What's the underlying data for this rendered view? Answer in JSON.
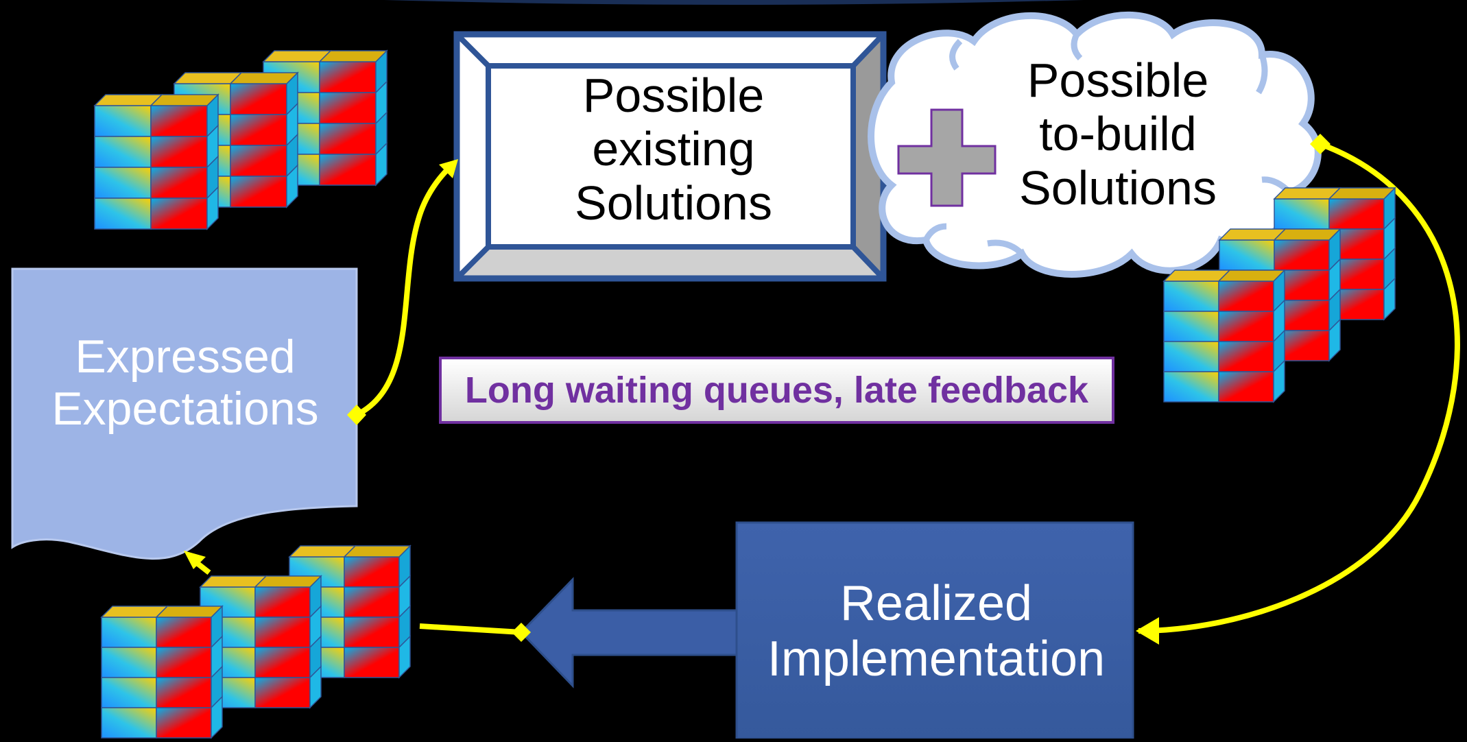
{
  "existing": {
    "text": "Possible\nexisting\nSolutions"
  },
  "to_build": {
    "text": "Possible\nto-build\nSolutions"
  },
  "expectations": {
    "text": "Expressed\nExpectations"
  },
  "implementation": {
    "text": "Realized\nImplementation"
  },
  "banner": {
    "text": "Long waiting queues, late feedback"
  },
  "colors": {
    "frame_blue": "#2f5597",
    "doc_blue": "#9db4e6",
    "implementation_blue": "#3b5ea6",
    "arrow_yellow": "#ffff00",
    "plus_gray": "#a6a6a6",
    "plus_outline": "#7030a0",
    "banner_purple": "#7030a0"
  }
}
